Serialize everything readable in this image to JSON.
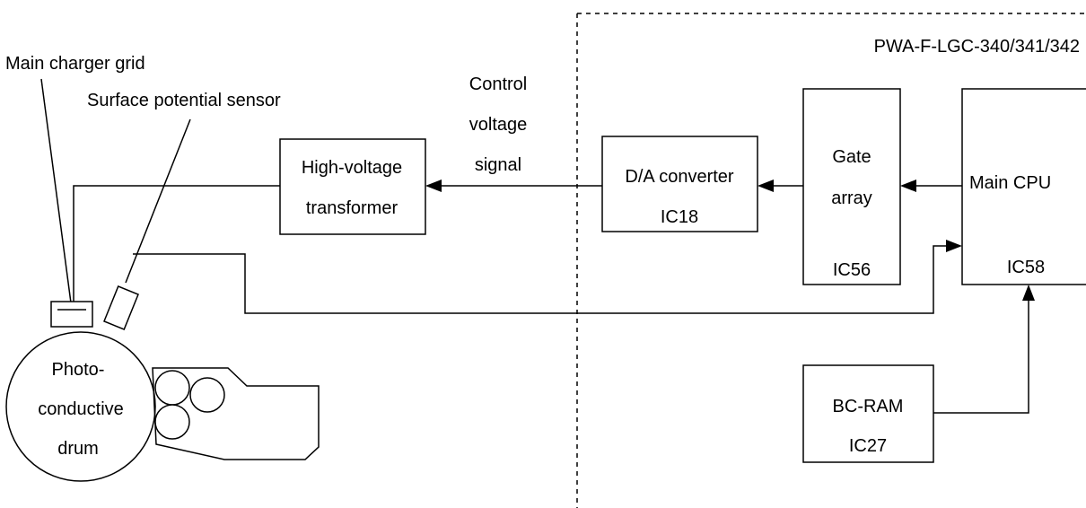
{
  "board": {
    "label": "PWA-F-LGC-340/341/342"
  },
  "callouts": {
    "main_charger_grid": "Main charger grid",
    "surface_potential_sensor": "Surface potential sensor"
  },
  "signal_label": {
    "line1": "Control",
    "line2": "voltage",
    "line3": "signal"
  },
  "blocks": {
    "hv_transformer": {
      "line1": "High-voltage",
      "line2": "transformer"
    },
    "da_converter": {
      "name": "D/A converter",
      "ic": "IC18"
    },
    "gate_array": {
      "line1": "Gate",
      "line2": "array",
      "ic": "IC56"
    },
    "main_cpu": {
      "name": "Main CPU",
      "ic": "IC58"
    },
    "bc_ram": {
      "name": "BC-RAM",
      "ic": "IC27"
    }
  },
  "drum": {
    "line1": "Photo-",
    "line2": "conductive",
    "line3": "drum"
  },
  "colors": {
    "ink": "#000000",
    "background": "#ffffff"
  }
}
